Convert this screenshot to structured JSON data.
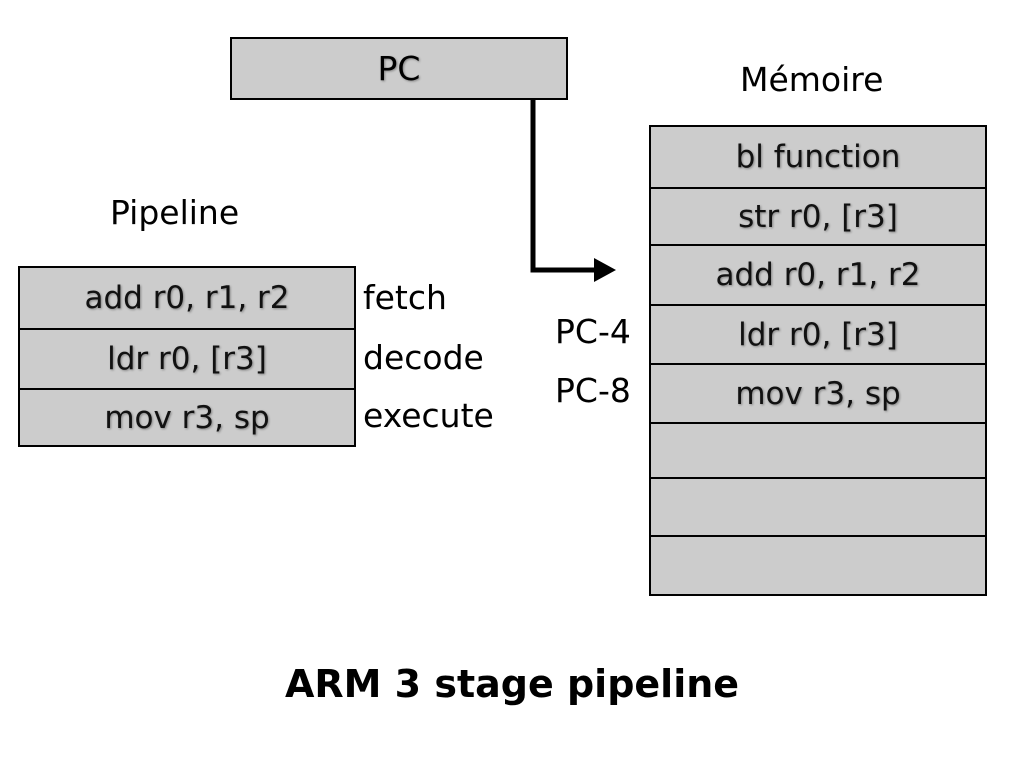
{
  "pc": {
    "label": "PC"
  },
  "memory": {
    "heading": "Mémoire",
    "rows": [
      "bl function",
      "str r0, [r3]",
      "add r0, r1, r2",
      "ldr r0, [r3]",
      "mov r3, sp",
      "",
      "",
      ""
    ],
    "side_labels": {
      "pc_minus_4": "PC-4",
      "pc_minus_8": "PC-8"
    }
  },
  "pipeline": {
    "heading": "Pipeline",
    "stages": [
      {
        "instruction": "add r0, r1, r2",
        "stage": "fetch"
      },
      {
        "instruction": "ldr r0, [r3]",
        "stage": "decode"
      },
      {
        "instruction": "mov r3, sp",
        "stage": "execute"
      }
    ]
  },
  "title": "ARM 3 stage pipeline"
}
